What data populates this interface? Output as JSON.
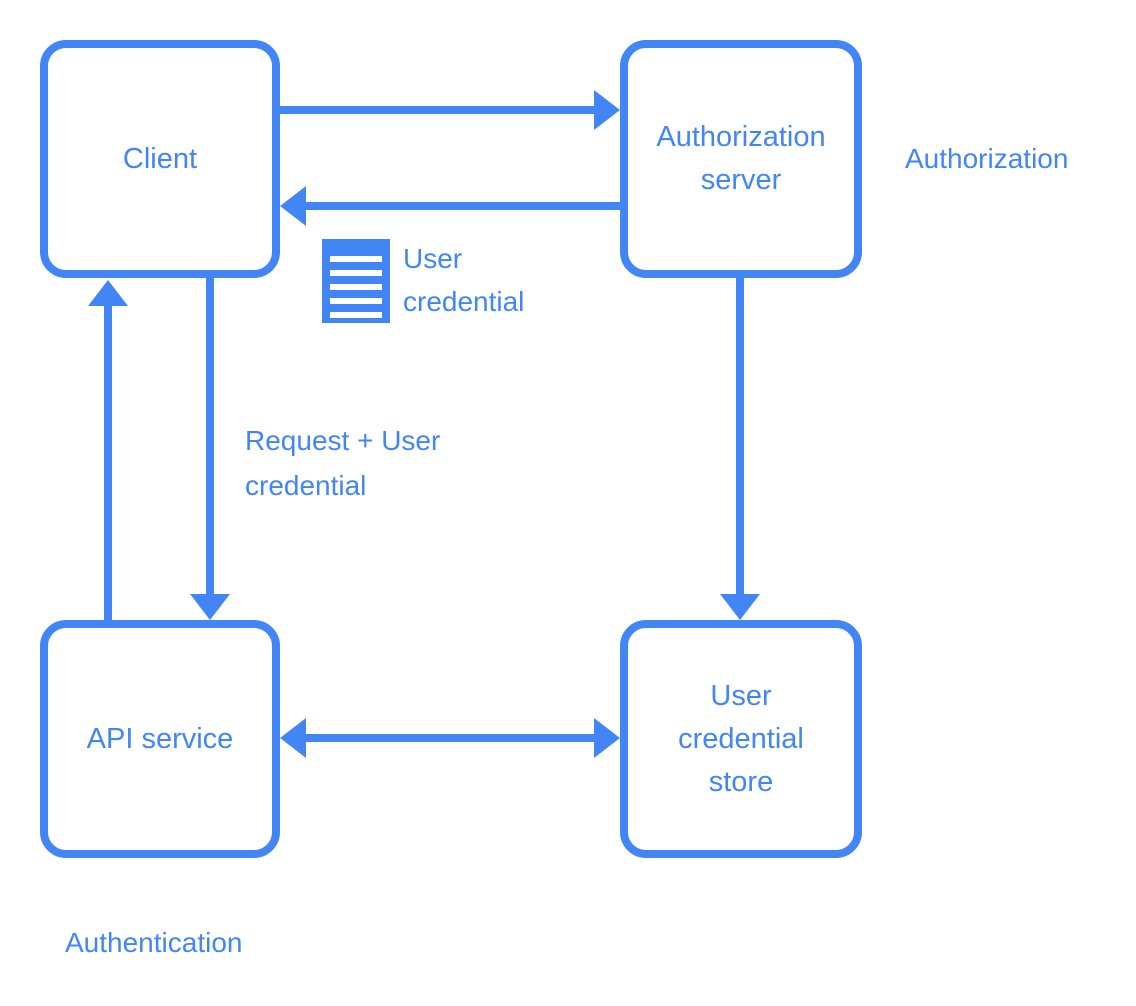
{
  "colors": {
    "accent": "#4285F4",
    "background": "#ffffff"
  },
  "nodes": {
    "client": "Client",
    "authorization_server": "Authorization server",
    "api_service": "API service",
    "user_credential_store": "User credential store"
  },
  "labels": {
    "user_credential": "User credential",
    "request_user_credential": "Request + User credential",
    "authorization": "Authorization",
    "authentication": "Authentication"
  },
  "edges": [
    {
      "from": "client",
      "to": "authorization_server",
      "direction": "one-way"
    },
    {
      "from": "authorization_server",
      "to": "client",
      "direction": "one-way",
      "label": "User credential"
    },
    {
      "from": "client",
      "to": "api_service",
      "direction": "one-way",
      "label": "Request + User credential"
    },
    {
      "from": "api_service",
      "to": "client",
      "direction": "one-way"
    },
    {
      "from": "authorization_server",
      "to": "user_credential_store",
      "direction": "one-way"
    },
    {
      "from": "api_service",
      "to": "user_credential_store",
      "direction": "two-way"
    }
  ]
}
